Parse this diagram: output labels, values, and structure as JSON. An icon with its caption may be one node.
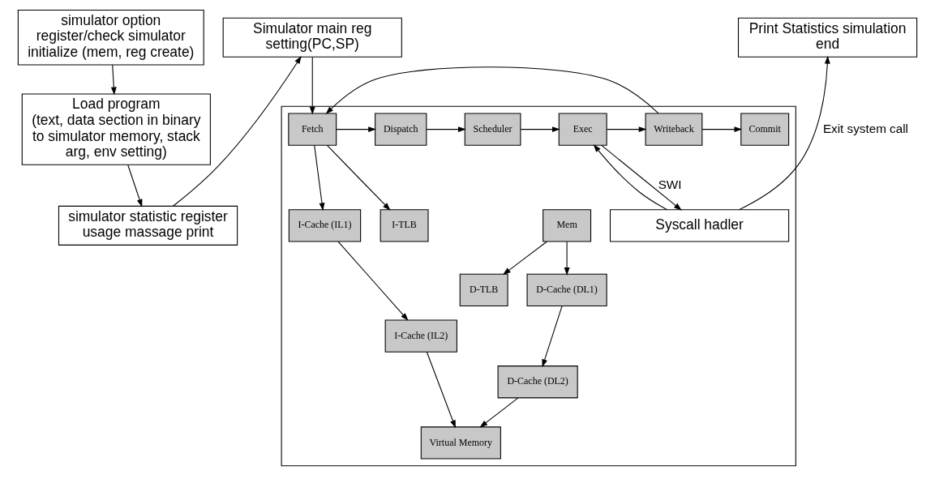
{
  "diagram": {
    "nodes": [
      {
        "text": [
          "simulator option register/check simulator initialize (mem, reg create)"
        ]
      },
      {
        "text": [
          "Load program",
          "(text, data section in binary to simulator memory, stack arg, env setting)"
        ]
      },
      {
        "text": [
          "simulator statistic register usage massage print"
        ]
      },
      {
        "text": [
          "Simulator main reg setting(PC,SP)"
        ]
      },
      {
        "text": [
          "Print Statistics simulation end"
        ]
      },
      {
        "text": [],
        "shape": "box"
      },
      {
        "text": [
          "Fetch"
        ],
        "in": 5
      },
      {
        "text": [
          "Dispatch"
        ],
        "in": 5
      },
      {
        "text": [
          "Scheduler"
        ],
        "in": 5
      },
      {
        "text": [
          "Exec"
        ],
        "in": 5
      },
      {
        "text": [
          "Writeback"
        ],
        "in": 5
      },
      {
        "text": [
          "Commit"
        ],
        "in": 5
      },
      {
        "text": [
          "Mem"
        ],
        "in": 5
      },
      {
        "text": [
          "I-Cache (IL1)"
        ],
        "in": 5
      },
      {
        "text": [
          "I-TLB"
        ],
        "in": 5
      },
      {
        "text": [
          "D-Cache (DL1)"
        ],
        "in": 5
      },
      {
        "text": [
          "D-TLB"
        ],
        "in": 5
      },
      {
        "text": [
          "I-Cache (IL2)"
        ],
        "in": 5
      },
      {
        "text": [
          "D-Cache (DL2)"
        ],
        "in": 5
      },
      {
        "text": [
          "Virtual Memory"
        ],
        "in": 5
      },
      {
        "text": [
          "Syscall hadler"
        ],
        "in": 5
      }
    ],
    "edges": [
      {
        "from": 0,
        "to": 1,
        "arrow": "to"
      },
      {
        "from": 1,
        "to": 2,
        "arrow": "to"
      },
      {
        "from": 2,
        "to": 3,
        "arrow": "to"
      },
      {
        "from": 3,
        "to": 6,
        "arrow": "to"
      },
      {
        "from": 6,
        "to": 7,
        "arrow": "to"
      },
      {
        "from": 7,
        "to": 8,
        "arrow": "to"
      },
      {
        "from": 8,
        "to": 9,
        "arrow": "to"
      },
      {
        "from": 9,
        "to": 10,
        "arrow": "to"
      },
      {
        "from": 10,
        "to": 11,
        "arrow": "to"
      },
      {
        "from": 10,
        "to": 6,
        "arrow": "to"
      },
      {
        "from": 6,
        "to": 13,
        "arrow": "to"
      },
      {
        "from": 6,
        "to": 14,
        "arrow": "to"
      },
      {
        "from": 12,
        "to": 15,
        "arrow": "to"
      },
      {
        "from": 12,
        "to": 16,
        "arrow": "to"
      },
      {
        "from": 13,
        "to": 17,
        "arrow": "to"
      },
      {
        "from": 15,
        "to": 18,
        "arrow": "to"
      },
      {
        "from": 17,
        "to": 19,
        "arrow": "to"
      },
      {
        "from": 18,
        "to": 19,
        "arrow": "to"
      },
      {
        "from": 9,
        "to": 20,
        "arrow": "to",
        "label": "SWI"
      },
      {
        "from": 20,
        "to": 9,
        "arrow": "to"
      },
      {
        "from": 20,
        "to": 4,
        "arrow": "to",
        "label": "Exit system call"
      }
    ]
  }
}
